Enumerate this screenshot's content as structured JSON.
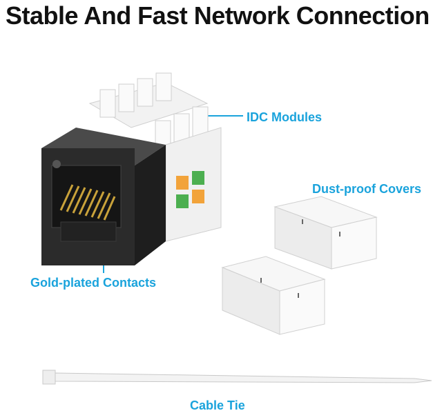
{
  "title": "Stable And Fast Network Connection",
  "labels": {
    "idc_modules": "IDC Modules",
    "dust_proof_covers": "Dust-proof Covers",
    "gold_plated_contacts": "Gold-plated Contacts",
    "cable_tie": "Cable Tie"
  },
  "colors": {
    "accent": "#1aa3dc",
    "title": "#111111",
    "keystone_body": "#2b2b2b",
    "contacts": "#c9a23a",
    "wire_green": "#4caf50",
    "wire_orange": "#f2a33a"
  }
}
